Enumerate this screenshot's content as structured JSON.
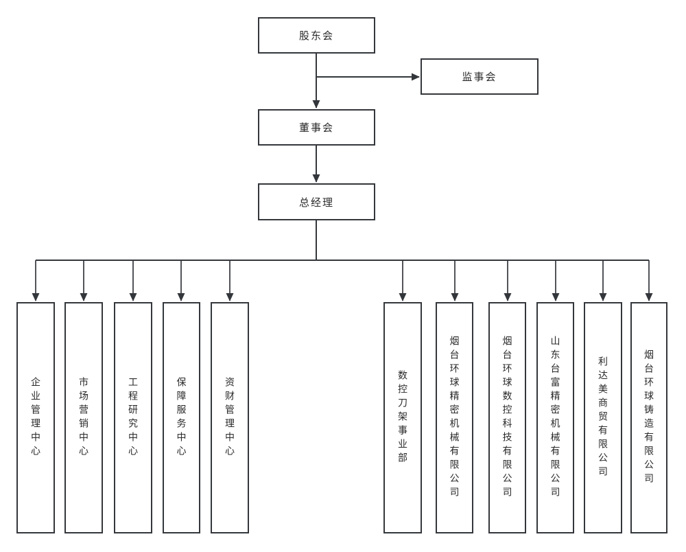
{
  "org_chart": {
    "colors": {
      "line": "#33363a",
      "box_border": "#33363a",
      "text": "#2a2a2a",
      "background": "#ffffff"
    },
    "top_nodes": {
      "shareholders_meeting": {
        "label": "股东会"
      },
      "supervisory_board": {
        "label": "监事会"
      },
      "board_of_directors": {
        "label": "董事会"
      },
      "general_manager": {
        "label": "总经理"
      }
    },
    "units": [
      {
        "label": "企业管理中心"
      },
      {
        "label": "市场营销中心"
      },
      {
        "label": "工程研究中心"
      },
      {
        "label": "保障服务中心"
      },
      {
        "label": "资财管理中心"
      },
      {
        "label": "数控刀架事业部"
      },
      {
        "label": "烟台环球精密机械有限公司"
      },
      {
        "label": "烟台环球数控科技有限公司"
      },
      {
        "label": "山东台富精密机械有限公司"
      },
      {
        "label": "利达美商贸有限公司"
      },
      {
        "label": "烟台环球铸造有限公司"
      }
    ]
  }
}
